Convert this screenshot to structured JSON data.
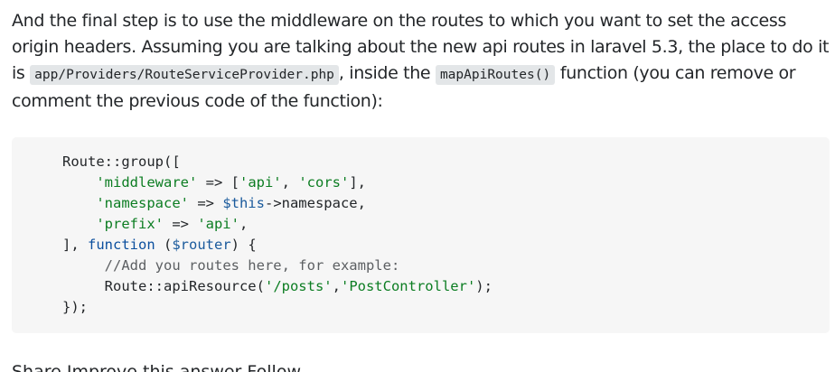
{
  "answer": {
    "para_1_part_1": "And the final step is to use the middleware on the routes to which you want to set the access origin headers. Assuming you are talking about the new api routes in laravel 5.3, the place to do it is ",
    "inline_code_1": "app/Providers/RouteServiceProvider.php",
    "para_1_part_2": ", inside the ",
    "inline_code_2": "mapApiRoutes()",
    "para_1_part_3": " function (you can remove or comment the previous code of the function):"
  },
  "code": {
    "l1_a": "Route::group([",
    "l2_indent": "    ",
    "l2_key": "'middleware'",
    "l2_arrow": " => [",
    "l2_v1": "'api'",
    "l2_comma": ", ",
    "l2_v2": "'cors'",
    "l2_end": "],",
    "l3_indent": "    ",
    "l3_key": "'namespace'",
    "l3_arrow": " => ",
    "l3_var": "$this",
    "l3_end": "->namespace,",
    "l4_indent": "    ",
    "l4_key": "'prefix'",
    "l4_arrow": " => ",
    "l4_val": "'api'",
    "l4_end": ",",
    "l5_a": "], ",
    "l5_kw": "function",
    "l5_b": " (",
    "l5_var": "$router",
    "l5_c": ") {",
    "l6_indent": "     ",
    "l6_comment": "//Add you routes here, for example:",
    "l7_indent": "     ",
    "l7_a": "Route::apiResource(",
    "l7_s1": "'/posts'",
    "l7_comma": ",",
    "l7_s2": "'PostController'",
    "l7_end": ");",
    "l8": "});"
  },
  "partial_next_line": "Share  Improve this answer  Follow"
}
